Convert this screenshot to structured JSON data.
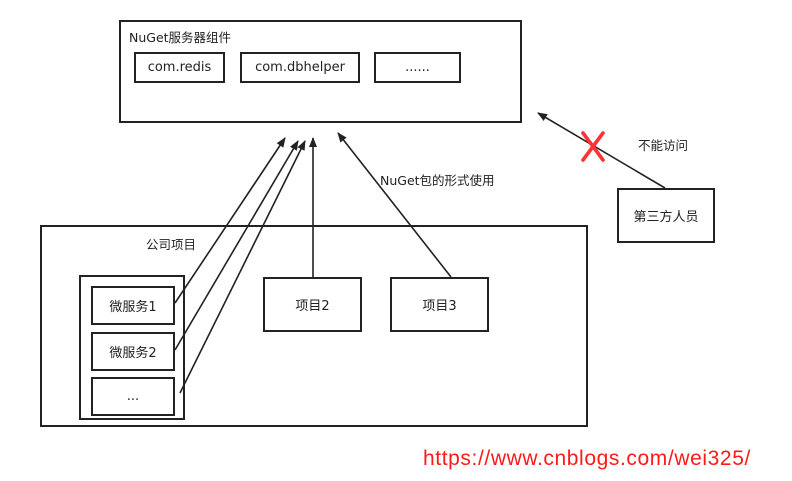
{
  "server": {
    "title": "NuGet服务器组件",
    "components": [
      "com.redis",
      "com.dbhelper",
      "......"
    ]
  },
  "company": {
    "title": "公司项目",
    "microservices": [
      "微服务1",
      "微服务2",
      "..."
    ],
    "projects": [
      "项目2",
      "项目3"
    ]
  },
  "third_party": {
    "label": "第三方人员",
    "denied_label": "不能访问",
    "denied_mark": "X"
  },
  "edge_label": "NuGet包的形式使用",
  "watermark": "https://www.cnblogs.com/wei325/",
  "colors": {
    "stroke": "#222222",
    "deny": "#ff3333",
    "watermark": "#ff1a1a"
  }
}
